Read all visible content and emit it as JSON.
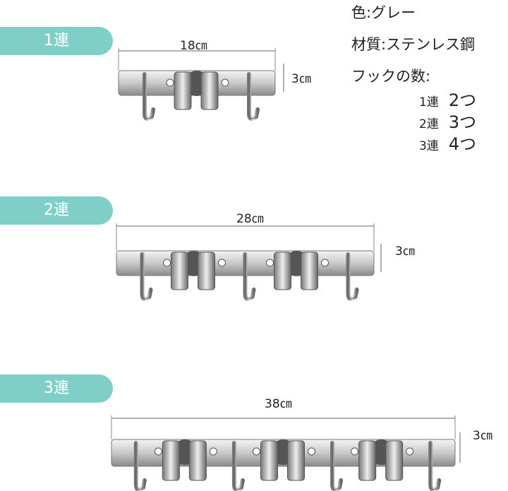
{
  "specs": {
    "color": "色:グレー",
    "material": "材質:ステンレス鋼",
    "hooks_label": "フックの数:",
    "counts": [
      {
        "model": "1連",
        "hooks": "2つ"
      },
      {
        "model": "2連",
        "hooks": "3つ"
      },
      {
        "model": "3連",
        "hooks": "4つ"
      }
    ]
  },
  "products": [
    {
      "label": "1連",
      "length": "18㎝",
      "height": "3㎝",
      "hook_count": 2,
      "holder_count": 1
    },
    {
      "label": "2連",
      "length": "28㎝",
      "height": "3㎝",
      "hook_count": 3,
      "holder_count": 2
    },
    {
      "label": "3連",
      "length": "38㎝",
      "height": "3㎝",
      "hook_count": 4,
      "holder_count": 3
    }
  ],
  "colors": {
    "pill": "#7fcfc8",
    "steel": "#c8c8c8"
  }
}
